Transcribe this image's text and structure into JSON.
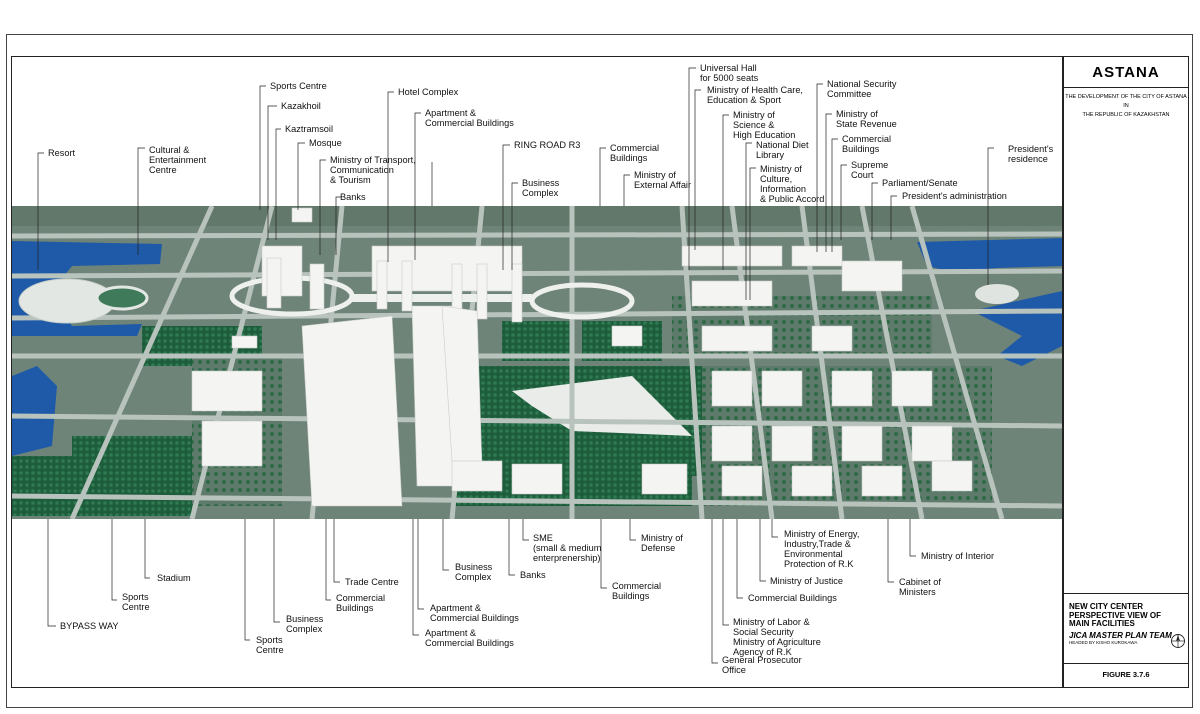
{
  "title_block": {
    "city": "ASTANA",
    "subtitle_lines": [
      "THE DEVELOPMENT OF THE CITY OF ASTANA",
      "IN",
      "THE REPUBLIC OF KAZAKHSTAN"
    ],
    "panel_lines": [
      "NEW CITY CENTER",
      "PERSPECTIVE  VIEW OF",
      "MAIN FACILITIES"
    ],
    "team": "JICA MASTER PLAN TEAM",
    "team_credit": "HEADED BY KISHO KUROKAWA",
    "figure": "FIGURE  3.7.6"
  },
  "icons": {
    "compass": "north-arrow-icon"
  },
  "colors": {
    "water": "#1f5aa8",
    "forest": "#1e5d3c",
    "ground": "#6f8478",
    "road": "#b9c3bd",
    "building": "#f4f4f2"
  },
  "labels_top": [
    "Resort",
    "Cultural &\nEntertainment\nCentre",
    "Sports Centre",
    "Kazakhoil",
    "Kaztramsoil",
    "Mosque",
    "Ministry of Transport,\nCommunication\n& Tourism",
    "Banks",
    "Hotel Complex",
    "Apartment &\nCommercial Buildings",
    "RING ROAD R3",
    "Business\nComplex",
    "Commercial\nBuildings",
    "Ministry of\nExternal Affair",
    "Universal Hall\nfor 5000 seats",
    "Ministry of Health Care,\nEducation & Sport",
    "Ministry of\nScience &\nHigh Education",
    "National Diet\nLibrary",
    "Ministry of\nCulture,\nInformation\n& Public Accord",
    "National Security\nCommittee",
    "Ministry of\nState Revenue",
    "Commercial\nBuildings",
    "Supreme\nCourt",
    "Parliament/Senate",
    "President's administration",
    "President's\nresidence"
  ],
  "labels_bottom": [
    "BYPASS WAY",
    "Sports\nCentre",
    "Stadium",
    "Sports\nCentre",
    "Business\nComplex",
    "Commercial\nBuildings",
    "Trade Centre",
    "Apartment &\nCommercial Buildings",
    "Apartment &\nCommercial Buildings",
    "Business\nComplex",
    "Banks",
    "SME\n(small & medium\nenterprenership)",
    "Commercial\nBuildings",
    "Ministry of\nDefense",
    "Ministry of Energy,\nIndustry,Trade &\nEnvironmental\nProtection of R.K",
    "Ministry of Justice",
    "Commercial Buildings",
    "Ministry of Labor &\nSocial Security\nMinistry of Agriculture\nAgency of R.K",
    "General Prosecutor\nOffice",
    "Ministry of Interior",
    "Cabinet of\nMinisters"
  ]
}
